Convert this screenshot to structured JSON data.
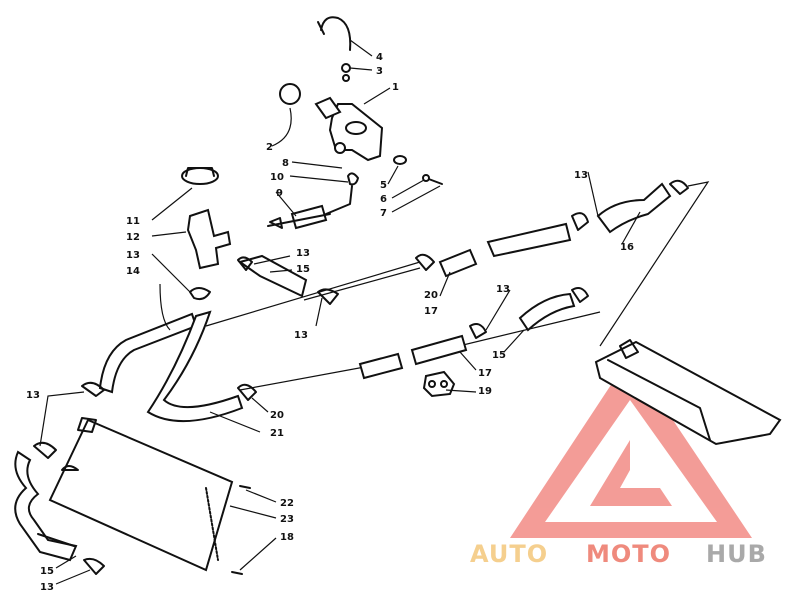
{
  "diagram": {
    "callouts": [
      {
        "id": "c4a",
        "label": "4"
      },
      {
        "id": "c3a",
        "label": "3"
      },
      {
        "id": "c1a",
        "label": "1"
      },
      {
        "id": "c2a",
        "label": "2"
      },
      {
        "id": "c8a",
        "label": "8"
      },
      {
        "id": "c10a",
        "label": "10"
      },
      {
        "id": "c9a",
        "label": "9"
      },
      {
        "id": "c5a",
        "label": "5"
      },
      {
        "id": "c6a",
        "label": "6"
      },
      {
        "id": "c7a",
        "label": "7"
      },
      {
        "id": "c11a",
        "label": "11"
      },
      {
        "id": "c12a",
        "label": "12"
      },
      {
        "id": "c13a",
        "label": "13"
      },
      {
        "id": "c14a",
        "label": "14"
      },
      {
        "id": "c13b",
        "label": "13"
      },
      {
        "id": "c15a",
        "label": "15"
      },
      {
        "id": "c13c",
        "label": "13"
      },
      {
        "id": "c20a",
        "label": "20"
      },
      {
        "id": "c17a",
        "label": "17"
      },
      {
        "id": "c13d",
        "label": "13"
      },
      {
        "id": "c16a",
        "label": "16"
      },
      {
        "id": "c13e",
        "label": "13"
      },
      {
        "id": "c15b",
        "label": "15"
      },
      {
        "id": "c17b",
        "label": "17"
      },
      {
        "id": "c19a",
        "label": "19"
      },
      {
        "id": "c20b",
        "label": "20"
      },
      {
        "id": "c21a",
        "label": "21"
      },
      {
        "id": "c13f",
        "label": "13"
      },
      {
        "id": "c22a",
        "label": "22"
      },
      {
        "id": "c23a",
        "label": "23"
      },
      {
        "id": "c18a",
        "label": "18"
      },
      {
        "id": "c15c",
        "label": "15"
      },
      {
        "id": "c13g",
        "label": "13"
      }
    ]
  },
  "watermark": {
    "word_auto": "AUTO",
    "word_moto": "MOTO",
    "word_hub": "HUB",
    "colors": {
      "auto": "#f5cf8e",
      "moto": "#ef8a7d",
      "hub": "#a9a9a9",
      "triangle": "#f28b85"
    }
  }
}
